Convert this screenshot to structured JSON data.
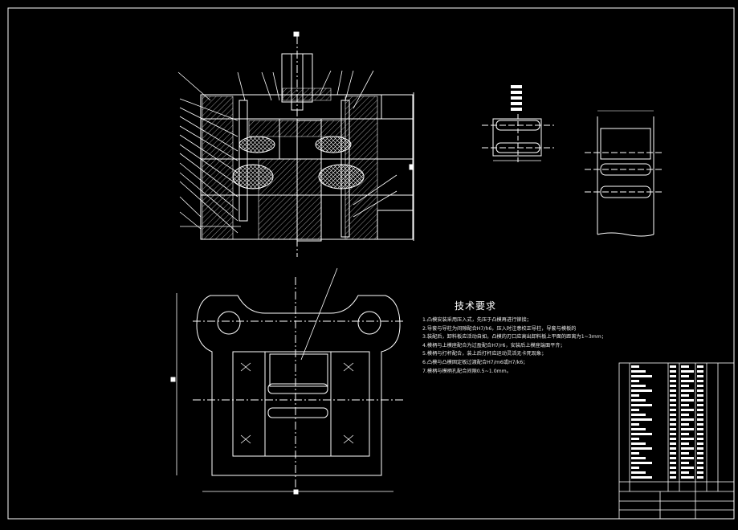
{
  "technical_requirements": {
    "title": "技术要求",
    "items": [
      "1.凸模安装采用压入式，先压于凸模再进行铆接；",
      "2.导套与导柱为间隙配合H7/h6，压入时注意校正导柱，导套与模板的",
      "3.装配后，卸料板应活动自如，凸模的刃口应高出卸料板上平面的距离为1~3mm；",
      "4.模柄与上模座配合为过盈配合H7/r6，安装后上模座端面平齐；",
      "5.模柄与打杆配合，装上后打杆应运动灵活无卡死现象；",
      "6.凸模与凸模固定板过渡配合H7/m6或H7/k6；",
      "7.模柄与模柄孔配合间隙0.5~1.0mm。"
    ]
  },
  "colors": {
    "background": "#000000",
    "line": "#ffffff",
    "accent_cyan": "#00c8c8",
    "accent_green": "#20c020",
    "accent_magenta": "#d040d0"
  }
}
